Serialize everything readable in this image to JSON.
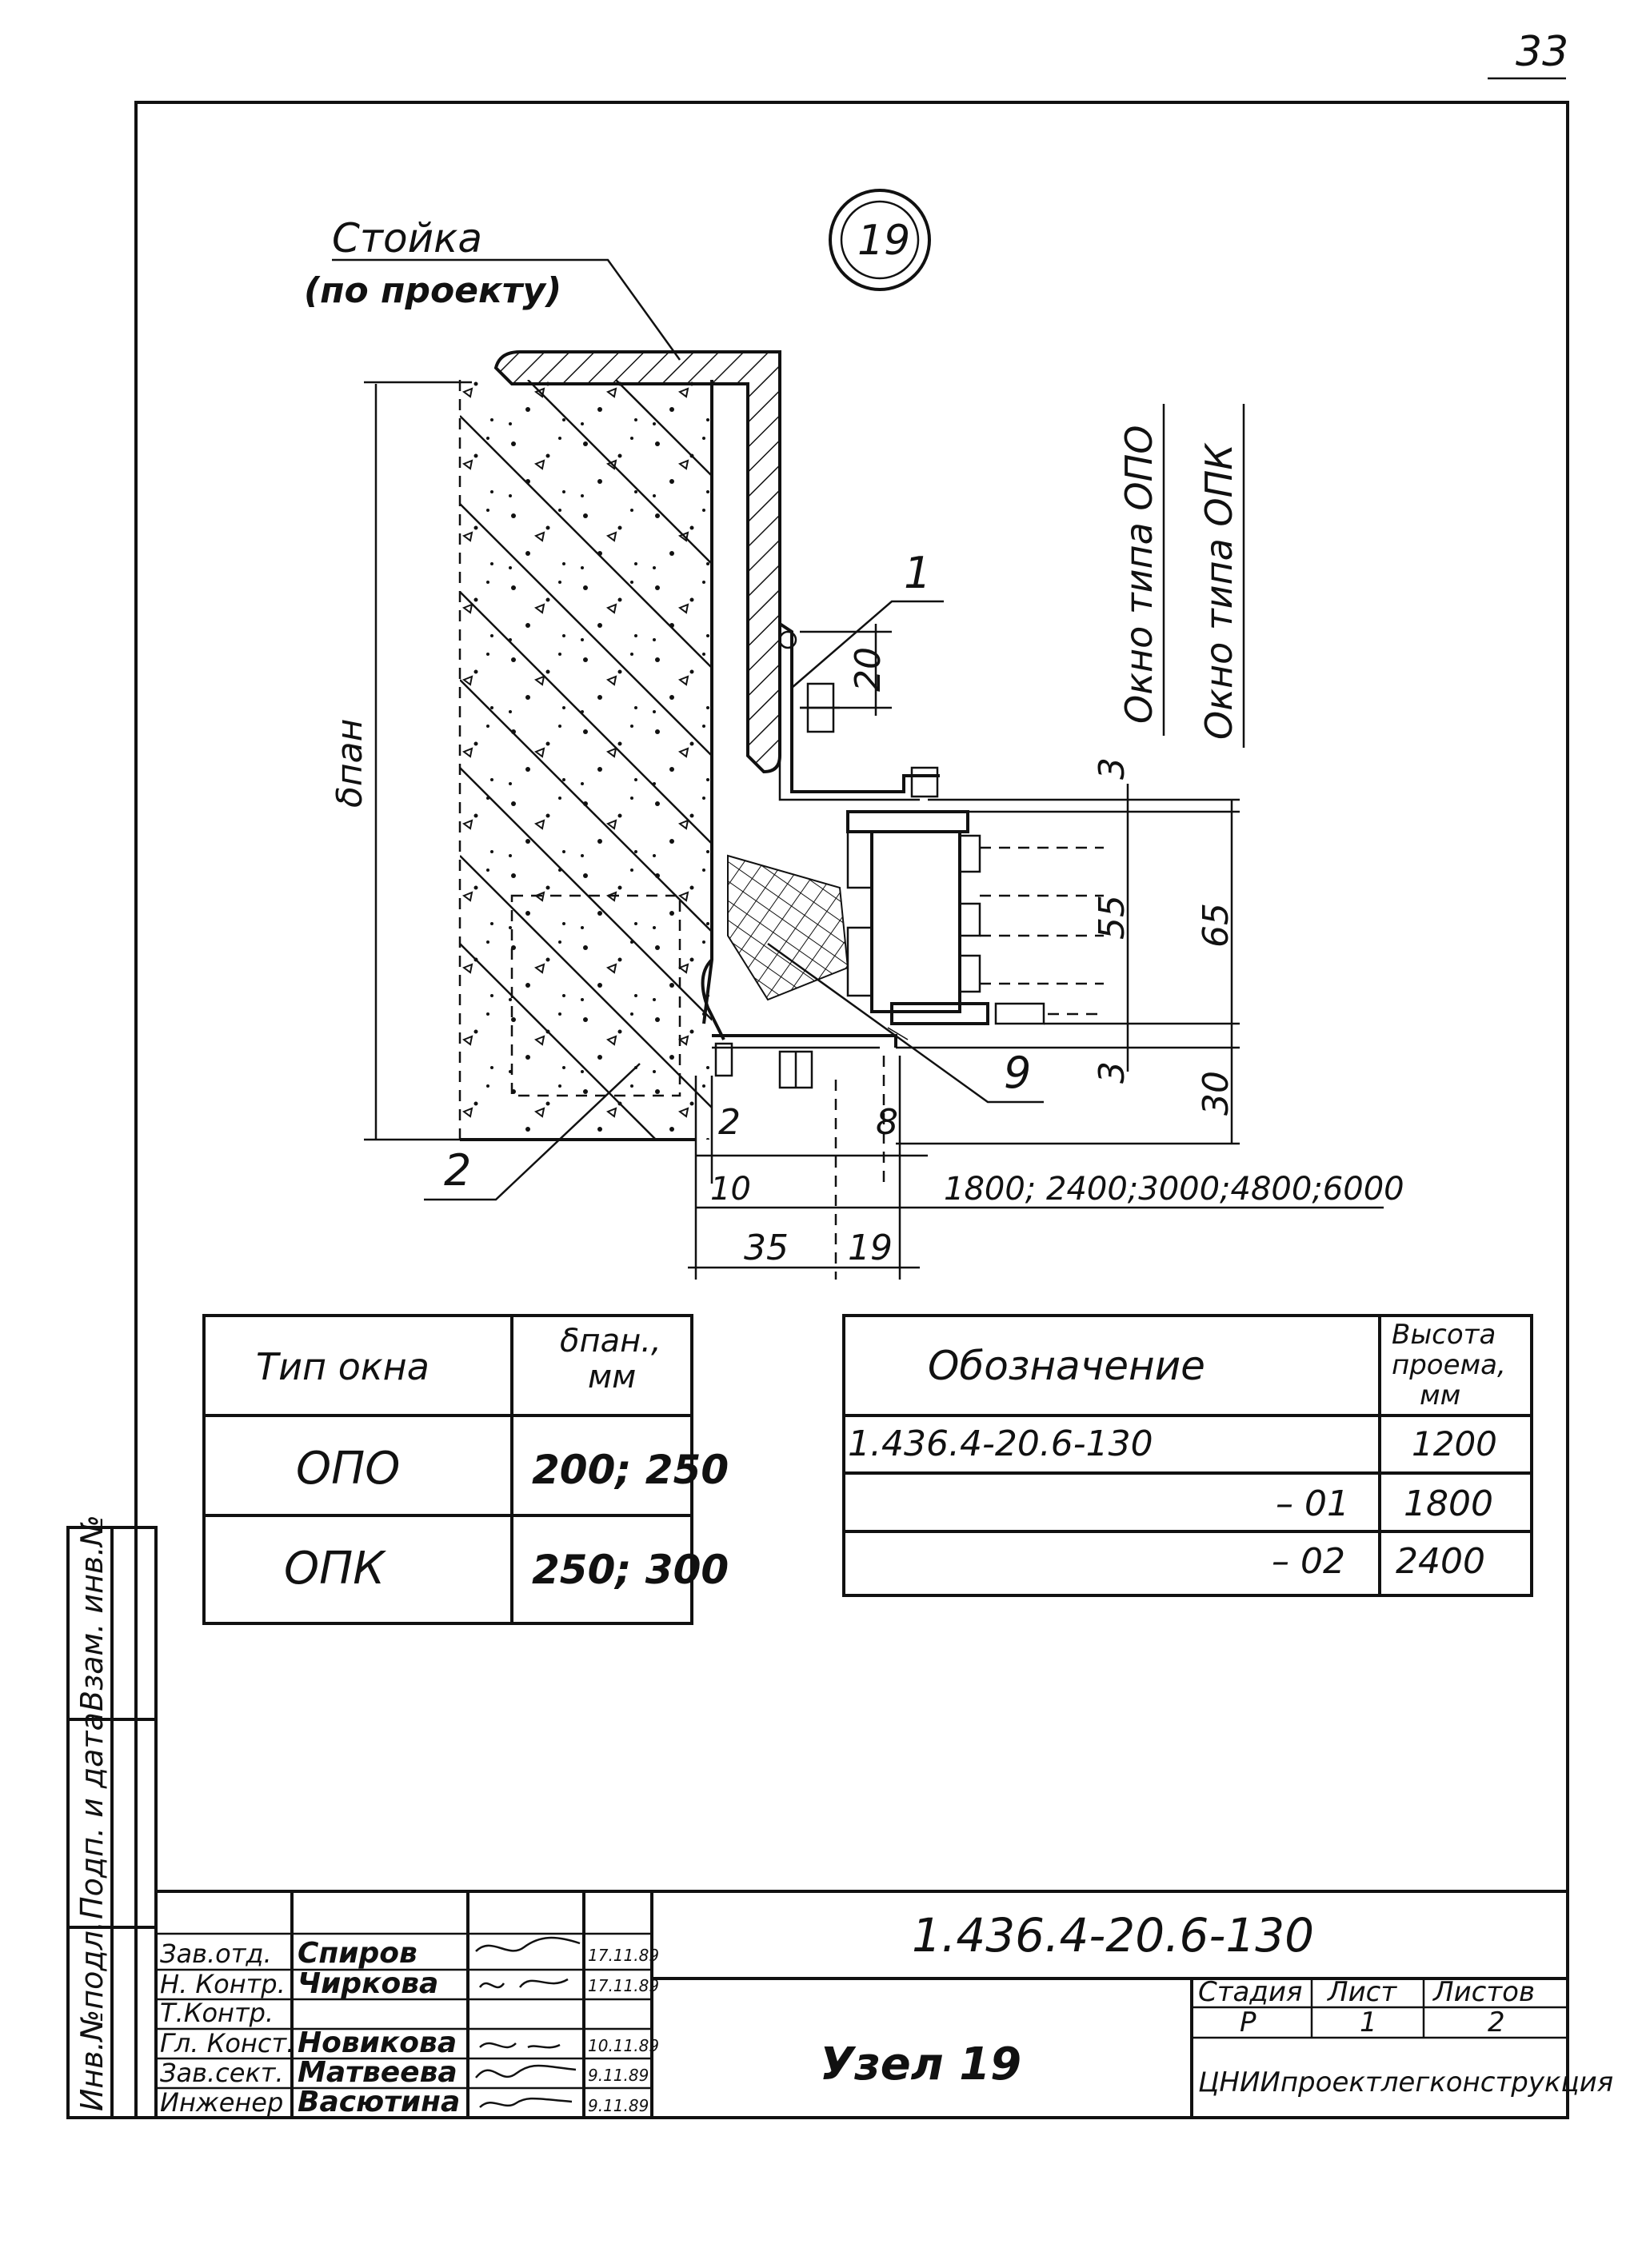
{
  "page_number": "33",
  "node_badge": "19",
  "labels": {
    "post_line1": "Стойка",
    "post_line2": "(по проекту)",
    "window_opo": "Окно типа ОПО",
    "window_opk": "Окно типа ОПК",
    "panel_thickness": "δпан",
    "callout_1": "1",
    "callout_2": "2",
    "callout_9": "9"
  },
  "dimensions": {
    "d20": "20",
    "d3_top": "3",
    "d55": "55",
    "d65": "65",
    "d3_bottom": "3",
    "d30": "30",
    "d2": "2",
    "d8": "8",
    "d10": "10",
    "d35": "35",
    "d19": "19",
    "spans": "1800; 2400;3000;4800;6000"
  },
  "table_window_type": {
    "header_type": "Тип окна",
    "header_thickness_line1": "δпан.,",
    "header_thickness_line2": "мм",
    "rows": [
      {
        "type": "ОПО",
        "thickness": "200; 250"
      },
      {
        "type": "ОПК",
        "thickness": "250; 300"
      }
    ]
  },
  "table_designation": {
    "header_designation": "Обозначение",
    "header_height_line1": "Высота",
    "header_height_line2": "проема,",
    "header_height_line3": "мм",
    "rows": [
      {
        "designation": "1.436.4-20.6-130",
        "height": "1200"
      },
      {
        "designation": "– 01",
        "height": "1800"
      },
      {
        "designation": "– 02",
        "height": "2400"
      }
    ]
  },
  "side_stamp": {
    "inv_orig": "Инв.№подл.",
    "sign_date": "Подп. и дата",
    "replace_inv": "Взам. инв.№"
  },
  "title_block": {
    "document_code": "1.436.4-20.6-130",
    "sheet_title": "Узел 19",
    "organization": "ЦНИИпроектлегконструкция",
    "stage_label": "Стадия",
    "sheet_label": "Лист",
    "sheets_label": "Листов",
    "stage": "Р",
    "sheet": "1",
    "sheets": "2",
    "staff": [
      {
        "role": "Зав.отд.",
        "name": "Спиров",
        "date": "17.11.89"
      },
      {
        "role": "Н. Контр.",
        "name": "Чиркова",
        "date": "17.11.89"
      },
      {
        "role": "Т.Контр.",
        "name": "",
        "date": ""
      },
      {
        "role": "Гл. Конст.",
        "name": "Новикова",
        "date": "10.11.89"
      },
      {
        "role": "Зав.сект.",
        "name": "Матвеева",
        "date": "9.11.89"
      },
      {
        "role": "Инженер",
        "name": "Васютина",
        "date": "9.11.89"
      }
    ]
  }
}
